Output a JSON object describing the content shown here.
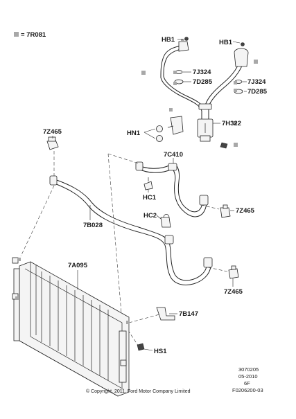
{
  "colors": {
    "marker": "#a8a8a8",
    "ink": "#1a1a1a"
  },
  "legend": {
    "text": "= 7R081"
  },
  "labels": {
    "hb1_left": "HB1",
    "hb1_right": "HB1",
    "j7324_left": "7J324",
    "j7324_right": "7J324",
    "d7285_left": "7D285",
    "d7285_right": "7D285",
    "h7322": "7H322",
    "hn1": "HN1",
    "z7465_top": "7Z465",
    "c7410": "7C410",
    "hc1": "HC1",
    "z7465_mid": "7Z465",
    "hc2": "HC2",
    "b7028": "7B028",
    "a7095": "7A095",
    "z7465_bot": "7Z465",
    "b7147": "7B147",
    "hs1": "HS1"
  },
  "footer": {
    "line1": "3070205",
    "line2": "05-2010",
    "line3": "6F",
    "line4": "F0206200-03"
  },
  "copyright": "© Copyright, 2011, Ford Motor Company Limited"
}
